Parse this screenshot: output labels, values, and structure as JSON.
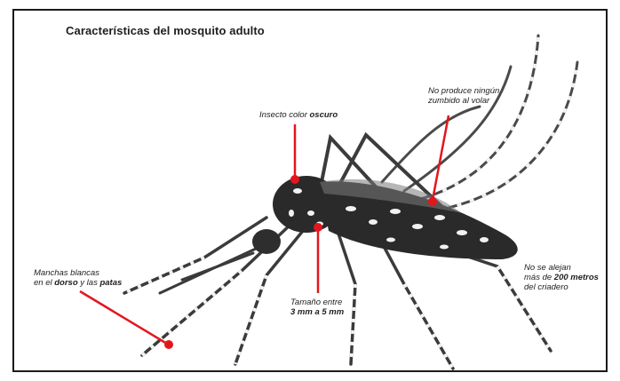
{
  "figure": {
    "title": "Características del mosquito adulto"
  },
  "annotations": {
    "dark_color": {
      "prefix": "Insecto color ",
      "emphasis": "oscuro"
    },
    "no_buzz": {
      "line1": "No produce ningún",
      "line2": "zumbido al volar"
    },
    "distance": {
      "line1": "No se alejan",
      "line2_prefix": "más de ",
      "line2_emphasis": "200 metros",
      "line3": "del criadero"
    },
    "spots": {
      "line1": "Manchas blancas",
      "line2_prefix": "en el ",
      "line2_emphasis1": "dorso",
      "line2_middle": " y las ",
      "line2_emphasis2": "patas"
    },
    "size": {
      "line1": "Tamaño entre",
      "line2_emphasis": "3 mm a 5 mm"
    }
  },
  "colors": {
    "pointer_red": "#e3161d",
    "ink": "#1e1e1e",
    "mosquito_body": "#2a2a2a",
    "spots": "#f2f2f2"
  }
}
